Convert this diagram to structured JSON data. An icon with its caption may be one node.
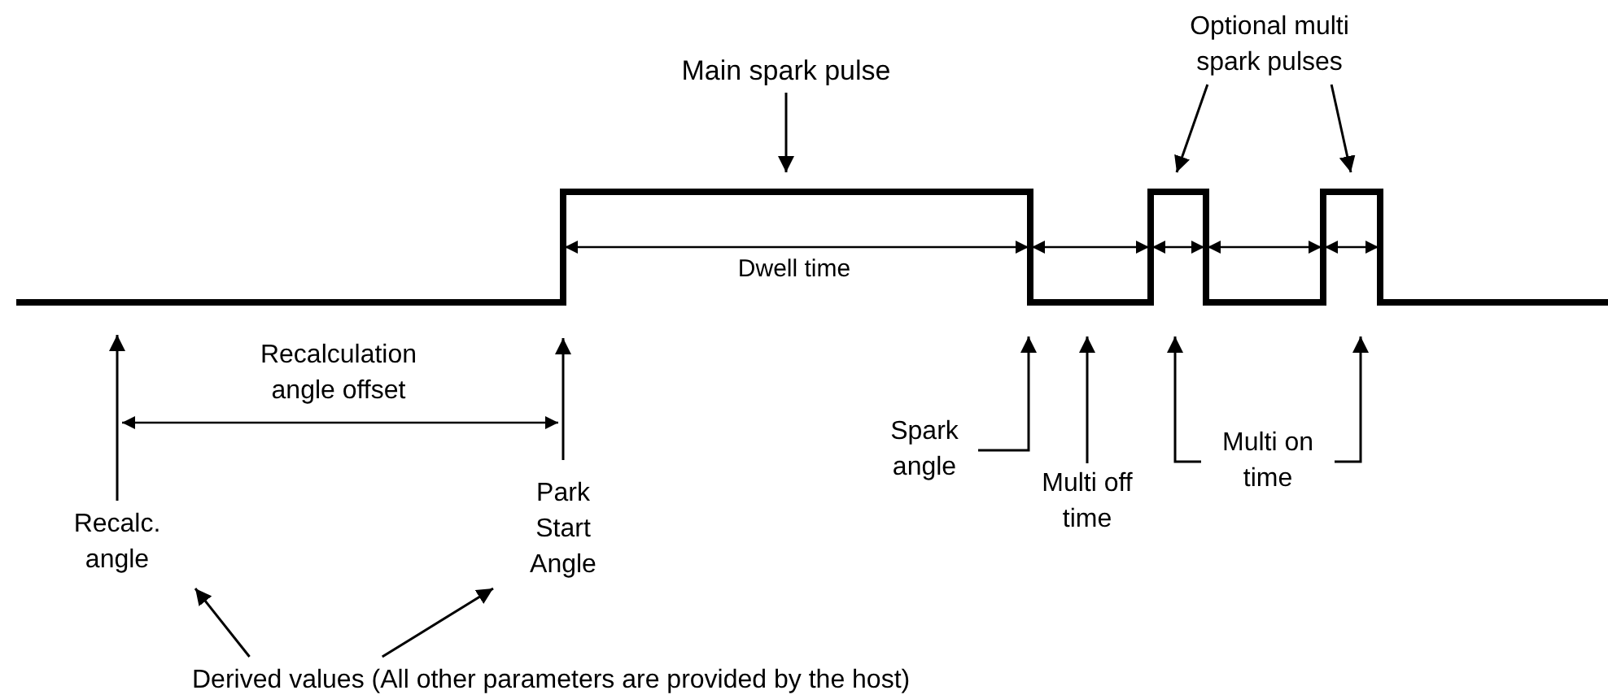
{
  "diagram": {
    "nodes": [
      {
        "text": [
          "Main spark pulse"
        ]
      },
      {
        "text": [
          "Optional multi spark pulses"
        ]
      },
      {
        "text": [
          "Recalc. angle"
        ]
      },
      {
        "text": [
          "Park Start Angle"
        ]
      },
      {
        "text": [
          "Spark angle"
        ]
      },
      {
        "text": [
          "Multi off time"
        ]
      },
      {
        "text": [
          "Multi on time"
        ]
      },
      {
        "text": [
          "Derived values (All other parameters are provided by the host)"
        ]
      }
    ],
    "edges": [
      {
        "from": 0,
        "to": null,
        "arrow": "to"
      },
      {
        "from": 1,
        "to": null,
        "arrow": "to"
      },
      {
        "from": 1,
        "to": null,
        "arrow": "to"
      },
      {
        "from": 2,
        "to": null,
        "arrow": "to"
      },
      {
        "from": 3,
        "to": null,
        "arrow": "to"
      },
      {
        "from": 4,
        "to": null,
        "arrow": "to"
      },
      {
        "from": 5,
        "to": null,
        "arrow": "to"
      },
      {
        "from": 6,
        "to": null,
        "arrow": "to"
      },
      {
        "from": 6,
        "to": null,
        "arrow": "to"
      },
      {
        "from": 7,
        "to": 2,
        "arrow": "to"
      },
      {
        "from": 7,
        "to": 3,
        "arrow": "to"
      }
    ],
    "labels": [
      "Recalculation angle offset",
      "Dwell time"
    ]
  }
}
